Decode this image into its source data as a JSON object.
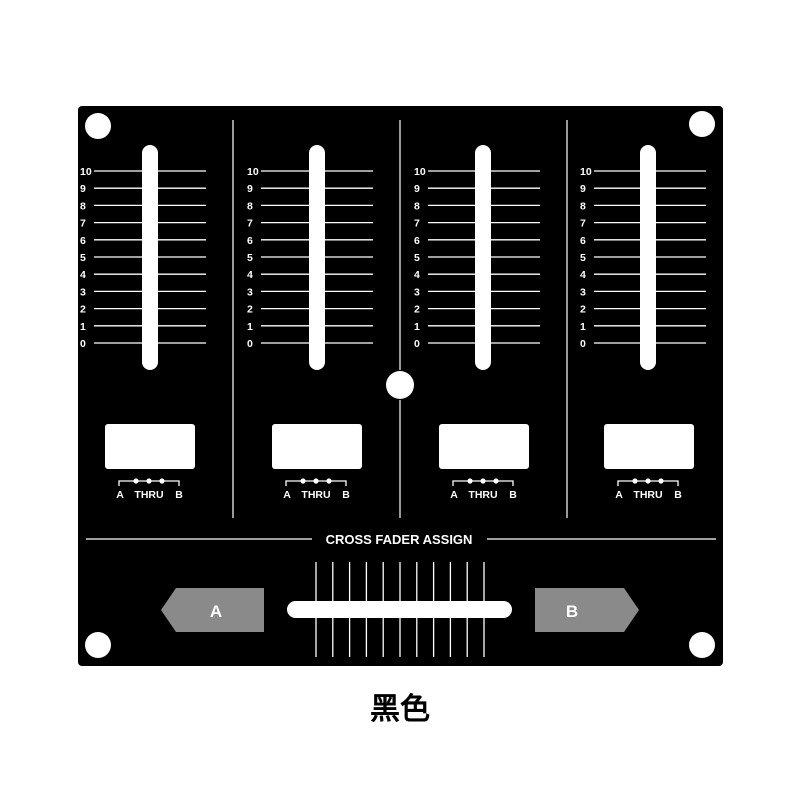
{
  "colors": {
    "panel": "#000000",
    "marking": "#ffffff",
    "crossfader_tab": "#8a8a8a"
  },
  "channels": [
    {
      "scale": [
        "10",
        "9",
        "8",
        "7",
        "6",
        "5",
        "4",
        "3",
        "2",
        "1",
        "0"
      ],
      "assign": {
        "a": "A",
        "thru": "THRU",
        "b": "B"
      }
    },
    {
      "scale": [
        "10",
        "9",
        "8",
        "7",
        "6",
        "5",
        "4",
        "3",
        "2",
        "1",
        "0"
      ],
      "assign": {
        "a": "A",
        "thru": "THRU",
        "b": "B"
      }
    },
    {
      "scale": [
        "10",
        "9",
        "8",
        "7",
        "6",
        "5",
        "4",
        "3",
        "2",
        "1",
        "0"
      ],
      "assign": {
        "a": "A",
        "thru": "THRU",
        "b": "B"
      }
    },
    {
      "scale": [
        "10",
        "9",
        "8",
        "7",
        "6",
        "5",
        "4",
        "3",
        "2",
        "1",
        "0"
      ],
      "assign": {
        "a": "A",
        "thru": "THRU",
        "b": "B"
      }
    }
  ],
  "cross_fader": {
    "title": "CROSS FADER ASSIGN",
    "left_label": "A",
    "right_label": "B"
  },
  "caption": "黑色"
}
